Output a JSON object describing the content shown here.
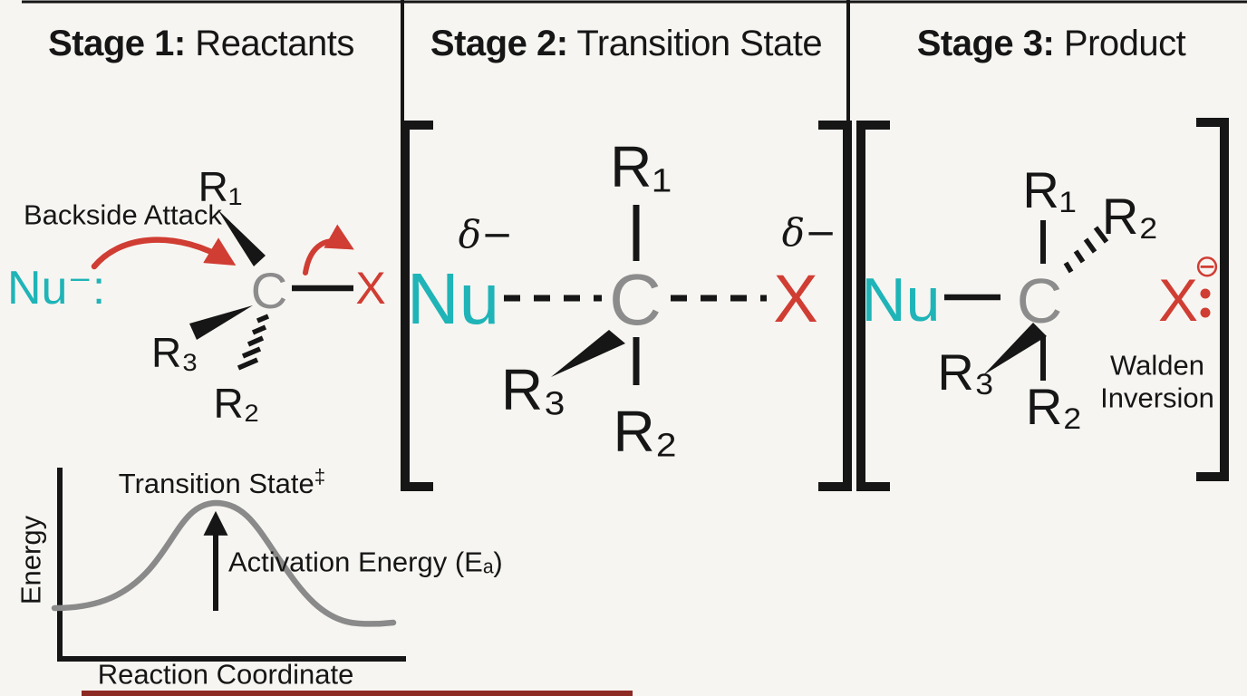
{
  "colors": {
    "nucleophile_teal": "#1fb4b7",
    "leaving_group_red": "#d03d33",
    "carbon_gray": "#8c8c8c",
    "ink_black": "#161616",
    "curve_gray": "#8a8a8a",
    "bottom_bar_red": "#8e2a24",
    "background": "#f7f5f1"
  },
  "header": {
    "stages": [
      {
        "bold": "Stage 1:",
        "rest": " Reactants"
      },
      {
        "bold": "Stage 2:",
        "rest": " Transition State"
      },
      {
        "bold": "Stage 3:",
        "rest": " Product"
      }
    ]
  },
  "stage1": {
    "backside_attack_label": "Backside Attack",
    "nucleophile": "Nu⁻:",
    "carbon": "C",
    "leaving_group": "X",
    "r1": "R₁",
    "r2": "R₂",
    "r3": "R₃"
  },
  "stage2": {
    "delta_minus_left": "δ−",
    "delta_minus_right": "δ−",
    "nucleophile": "Nu",
    "carbon": "C",
    "leaving_group": "X",
    "r1": "R₁",
    "r2": "R₂",
    "r3": "R₃"
  },
  "stage3": {
    "nucleophile": "Nu",
    "carbon": "C",
    "leaving_group": "X",
    "charge_symbol": "⊖",
    "r1": "R₁",
    "r2_back": "R₂",
    "r2_bottom": "R₂",
    "r3": "R₃",
    "walden_line1": "Walden",
    "walden_line2": "Inversion"
  },
  "energy_diagram": {
    "peak_label": "Transition State",
    "peak_label_sup": "‡",
    "activation_energy_label": "Activation Energy (Eₐ)",
    "y_axis_label": "Energy",
    "x_axis_label": "Reaction Coordinate"
  }
}
